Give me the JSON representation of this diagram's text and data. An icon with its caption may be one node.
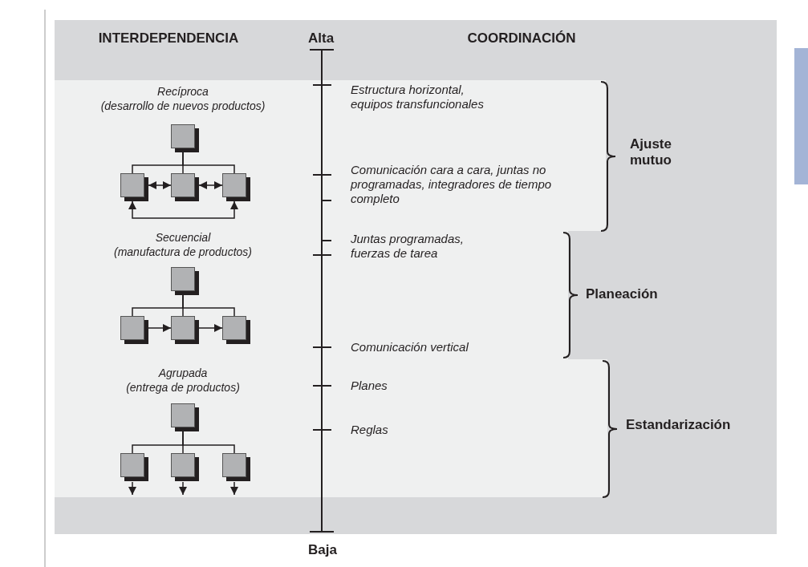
{
  "diagram": {
    "nodes": [
      {
        "text": [],
        "shape": "box"
      },
      {
        "text": [],
        "shape": "box"
      },
      {
        "text": [],
        "shape": "box"
      },
      {
        "text": [],
        "shape": "box"
      },
      {
        "text": [],
        "shape": "box"
      },
      {
        "text": [],
        "shape": "box"
      },
      {
        "text": [],
        "shape": "box"
      },
      {
        "text": [],
        "shape": "box"
      },
      {
        "text": [],
        "shape": "box"
      },
      {
        "text": [],
        "shape": "box"
      },
      {
        "text": [],
        "shape": "box"
      },
      {
        "text": [],
        "shape": "box"
      },
      {
        "text": [],
        "shape": "bar"
      }
    ],
    "edges": [
      {
        "from": 0,
        "to": 1,
        "arrow": "none"
      },
      {
        "from": 0,
        "to": 2,
        "arrow": "none"
      },
      {
        "from": 0,
        "to": 3,
        "arrow": "none"
      },
      {
        "from": 1,
        "to": 2,
        "arrow": "both"
      },
      {
        "from": 2,
        "to": 3,
        "arrow": "both"
      },
      {
        "from": 1,
        "to": 3,
        "arrow": "both"
      },
      {
        "from": 4,
        "to": 5,
        "arrow": "none"
      },
      {
        "from": 4,
        "to": 6,
        "arrow": "none"
      },
      {
        "from": 4,
        "to": 7,
        "arrow": "none"
      },
      {
        "from": 5,
        "to": 6,
        "arrow": "to"
      },
      {
        "from": 6,
        "to": 7,
        "arrow": "to"
      },
      {
        "from": 8,
        "to": 9,
        "arrow": "none"
      },
      {
        "from": 8,
        "to": 10,
        "arrow": "none"
      },
      {
        "from": 8,
        "to": 11,
        "arrow": "none"
      },
      {
        "from": 9,
        "to": null,
        "arrow": "to"
      },
      {
        "from": 10,
        "to": null,
        "arrow": "to"
      },
      {
        "from": 11,
        "to": null,
        "arrow": "to"
      }
    ],
    "labels": [
      "INTERDEPENDENCIA",
      "Alta",
      "COORDINACIÓN",
      "Recíproca",
      "(desarrollo de nuevos productos)",
      "Estructura horizontal, equipos transfuncionales",
      "Ajuste mutuo",
      "Comunicación cara a cara, juntas no programadas, integradores de tiempo completo",
      "Secuencial",
      "(manufactura de productos)",
      "Juntas programadas, fuerzas de tarea",
      "Planeación",
      "Comunicación vertical",
      "Agrupada",
      "(entrega de productos)",
      "Planes",
      "Estandarización",
      "Reglas",
      "Baja"
    ]
  }
}
